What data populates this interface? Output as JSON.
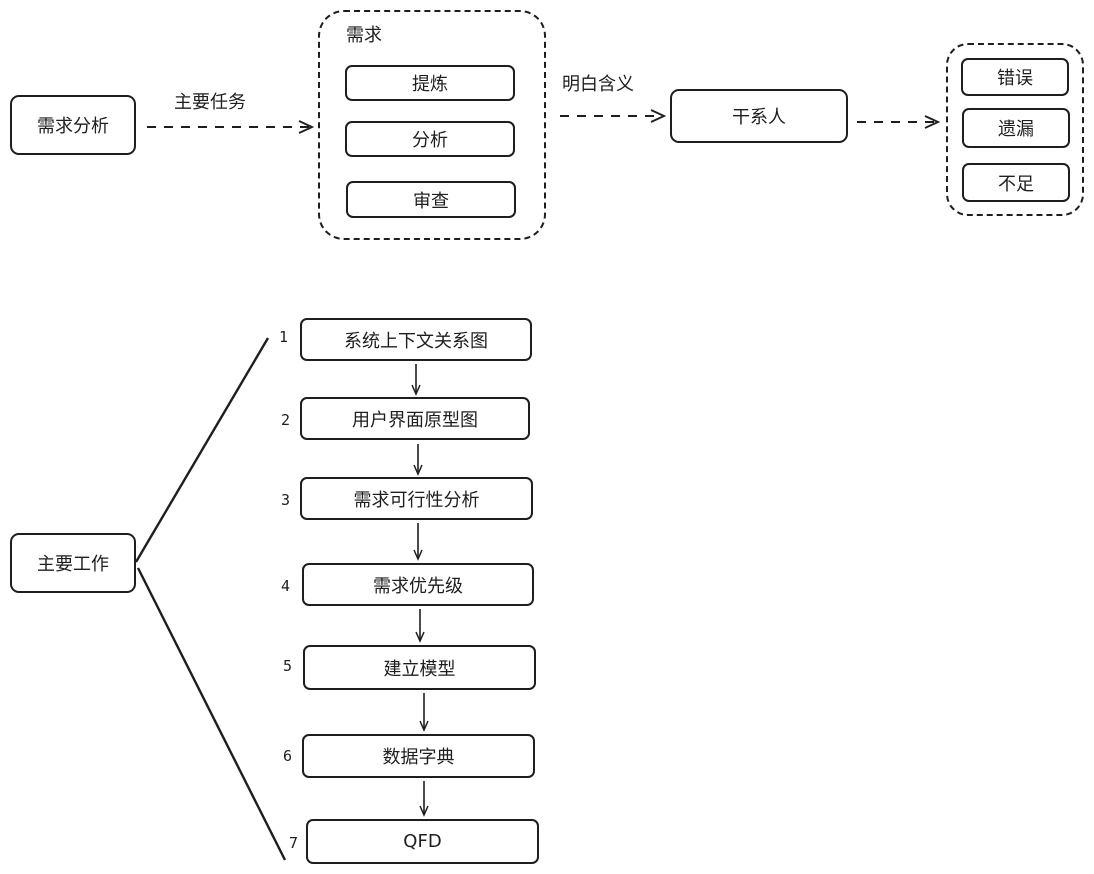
{
  "top": {
    "source": "需求分析",
    "edge1": "主要任务",
    "group_title": "需求",
    "group_items": [
      "提炼",
      "分析",
      "审查"
    ],
    "edge2": "明白含义",
    "stakeholder": "干系人",
    "issues": [
      "错误",
      "遗漏",
      "不足"
    ]
  },
  "bottom": {
    "root": "主要工作",
    "steps": [
      {
        "num": "1",
        "label": "系统上下文关系图"
      },
      {
        "num": "2",
        "label": "用户界面原型图"
      },
      {
        "num": "3",
        "label": "需求可行性分析"
      },
      {
        "num": "4",
        "label": "需求优先级"
      },
      {
        "num": "5",
        "label": "建立模型"
      },
      {
        "num": "6",
        "label": "数据字典"
      },
      {
        "num": "7",
        "label": "QFD"
      }
    ]
  },
  "colors": {
    "stroke": "#1e1e1e",
    "background": "#ffffff"
  }
}
